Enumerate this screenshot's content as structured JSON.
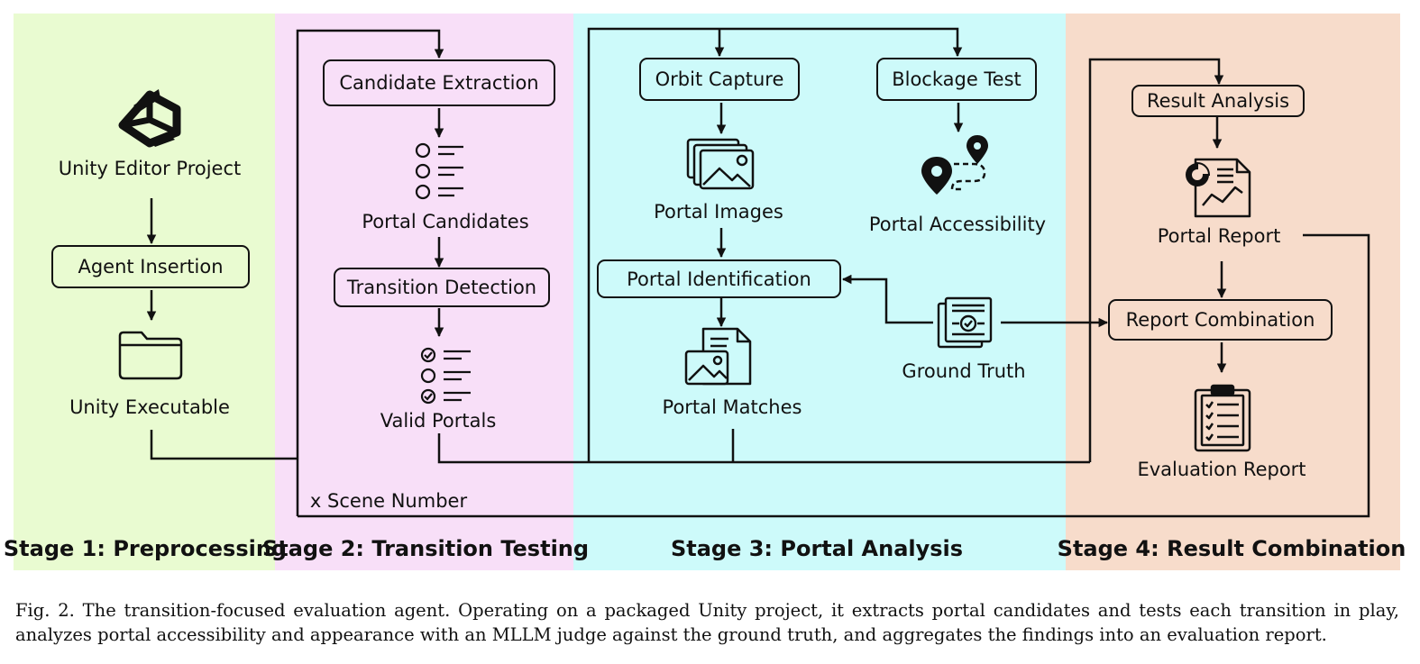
{
  "colors": {
    "stage1_bg": "#e9fbd1",
    "stage2_bg": "#f8dff8",
    "stage3_bg": "#cdfafa",
    "stage4_bg": "#f7dccb",
    "stroke": "#111111"
  },
  "stages": {
    "stage1": "Stage 1: Preprocessing",
    "stage2": "Stage 2: Transition Testing",
    "stage3": "Stage 3: Portal Analysis",
    "stage4": "Stage 4: Result Combination"
  },
  "nodes": {
    "unity_editor_project": "Unity Editor Project",
    "agent_insertion": "Agent Insertion",
    "unity_executable": "Unity Executable",
    "candidate_extraction": "Candidate Extraction",
    "portal_candidates": "Portal Candidates",
    "transition_detection": "Transition Detection",
    "valid_portals": "Valid Portals",
    "scene_loop": "x Scene Number",
    "orbit_capture": "Orbit Capture",
    "portal_images": "Portal Images",
    "portal_identification": "Portal Identification",
    "portal_matches": "Portal Matches",
    "blockage_test": "Blockage Test",
    "portal_accessibility": "Portal Accessibility",
    "ground_truth": "Ground Truth",
    "result_analysis": "Result Analysis",
    "portal_report": "Portal Report",
    "report_combination": "Report Combination",
    "evaluation_report": "Evaluation Report"
  },
  "icons": {
    "unity": "unity-logo-icon",
    "folder": "folder-icon",
    "candidate_list": "list-icon",
    "valid_list": "checklist-icon",
    "images": "image-stack-icon",
    "matches": "document-image-icon",
    "accessibility": "map-pin-route-icon",
    "ground_truth": "certificate-document-icon",
    "portal_report": "chart-report-icon",
    "evaluation_report": "clipboard-checklist-icon"
  },
  "caption": "Fig. 2.  The transition-focused evaluation agent. Operating on a packaged Unity project, it extracts portal candidates and tests each transition in play, analyzes portal accessibility and appearance with an MLLM judge against the ground truth, and aggregates the findings into an evaluation report."
}
